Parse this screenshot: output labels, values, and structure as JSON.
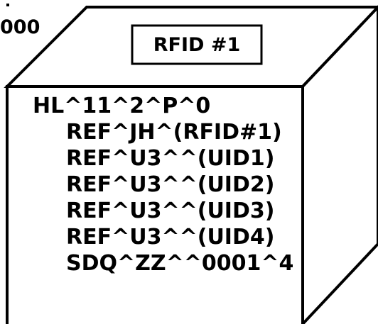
{
  "corner_label": "000",
  "tag_label": "RFID #1",
  "header_line": "HL^11^2^P^0",
  "segments": [
    "REF^JH^(RFID#1)",
    "REF^U3^^(UID1)",
    "REF^U3^^(UID2)",
    "REF^U3^^(UID3)",
    "REF^U3^^(UID4)",
    "SDQ^ZZ^^0001^4"
  ],
  "colors": {
    "line": "#000000",
    "text": "#000000",
    "background": "#ffffff"
  }
}
